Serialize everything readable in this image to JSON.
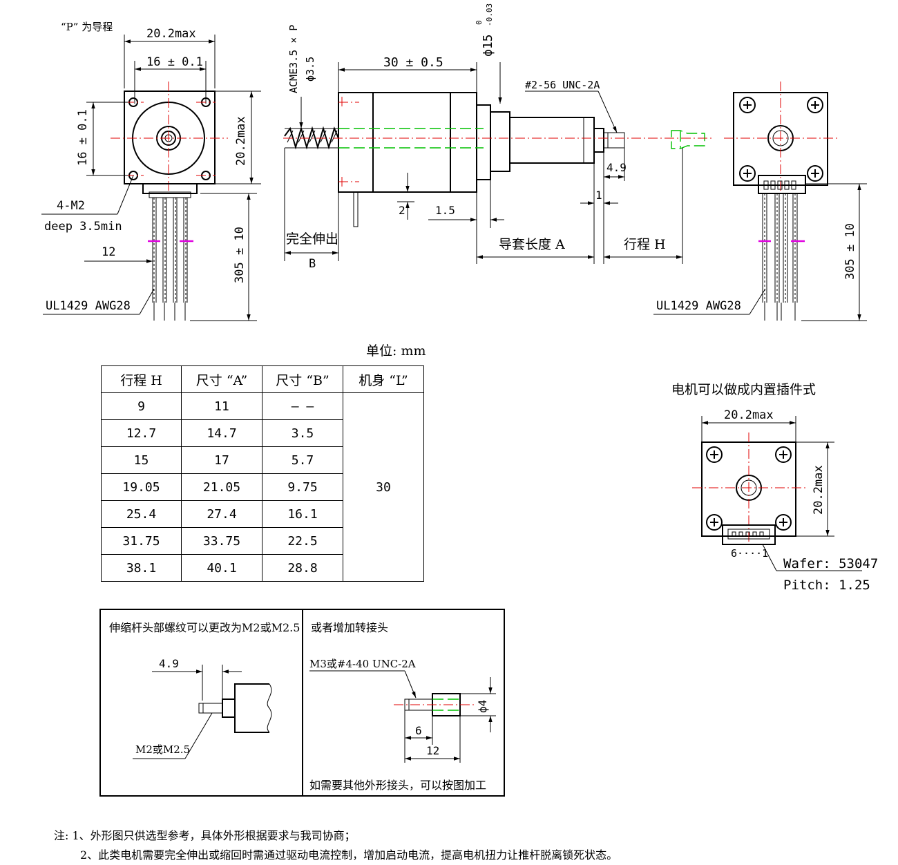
{
  "front_view": {
    "p_note": "“P” 为导程",
    "dim_width_max": "20.2max",
    "dim_hole_spacing_h": "16 ± 0.1",
    "dim_hole_spacing_v": "16 ± 0.1",
    "dim_height_max": "20.2max",
    "screw_holes_label": "4-M2",
    "screw_depth_label": "deep 3.5min",
    "dim_12": "12",
    "wire_spec": "UL1429 AWG28",
    "lead_length": "305 ± 10"
  },
  "side_view": {
    "leadscrew_label": "ACME3.5 × P",
    "leadscrew_dia": "ϕ3.5",
    "body_length": "30 ± 0.5",
    "pilot_dia": "ϕ15",
    "pilot_tol_upper": "0",
    "pilot_tol_lower": "-0.03",
    "thread_label": "#2-56 UNC-2A",
    "dim_4_9": "4.9",
    "dim_1": "1",
    "dim_2": "2",
    "dim_1_5": "1.5",
    "full_extend": "完全伸出",
    "dim_b": "B",
    "guide_length": "导套长度 A",
    "stroke": "行程 H"
  },
  "rear_view": {
    "wire_spec": "UL1429 AWG28",
    "lead_length": "305 ± 10"
  },
  "spec_table": {
    "unit": "单位: mm",
    "headers": [
      "行程 H",
      "尺寸 “A”",
      "尺寸 “B”",
      "机身 “L”"
    ],
    "rows": [
      [
        "9",
        "11",
        "— —"
      ],
      [
        "12.7",
        "14.7",
        "3.5"
      ],
      [
        "15",
        "17",
        "5.7"
      ],
      [
        "19.05",
        "21.05",
        "9.75"
      ],
      [
        "25.4",
        "27.4",
        "16.1"
      ],
      [
        "31.75",
        "33.75",
        "22.5"
      ],
      [
        "38.1",
        "40.1",
        "28.8"
      ]
    ],
    "body_length": "30"
  },
  "connector_view": {
    "title": "电机可以做成内置插件式",
    "dim_width": "20.2max",
    "dim_height": "20.2max",
    "pin_label": "6····1",
    "wafer": "Wafer: 53047",
    "pitch": "Pitch: 1.25"
  },
  "thread_box": {
    "title": "伸缩杆头部螺纹可以更改为M2或M2.5",
    "dim_4_9": "4.9",
    "thread": "M2或M2.5"
  },
  "adapter_box": {
    "title": "或者增加转接头",
    "thread": "M3或#4-40 UNC-2A",
    "dim_dia": "ϕ4",
    "dim_6": "6",
    "dim_12": "12",
    "note": "如需要其他外形接头，可以按图加工"
  },
  "notes": {
    "line1": "注: 1、外形图只供选型参考，具体外形根据要求与我司协商；",
    "line2": "2、此类电机需要完全伸出或缩回时需通过驱动电流控制，增加启动电流，提高电机扭力让推杆脱离锁死状态。"
  }
}
